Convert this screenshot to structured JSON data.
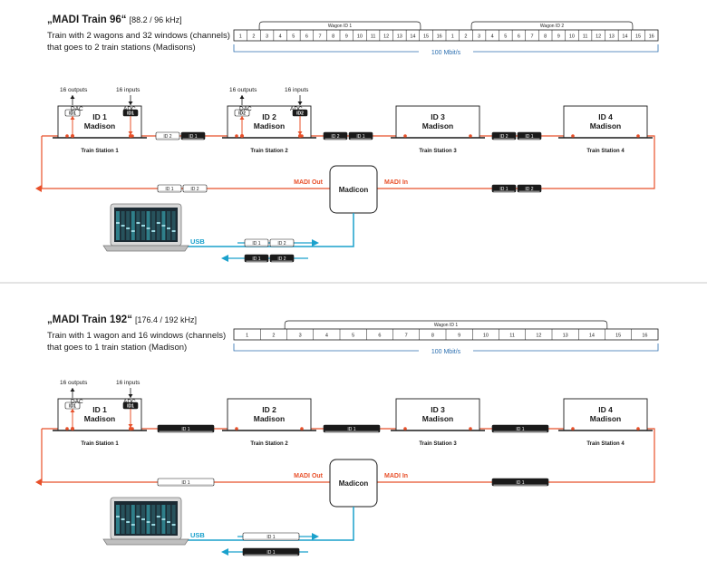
{
  "diagrams": [
    {
      "title": "„MADI Train 96“",
      "subtitle": "[88.2 / 96 kHz]",
      "description": [
        "Train with 2 wagons and 32 windows (channels)",
        "that goes to 2 train stations (Madisons)"
      ],
      "wagon_labels": [
        "Wagon ID 1",
        "Wagon ID 2"
      ],
      "windows": [
        "1",
        "2",
        "3",
        "4",
        "5",
        "6",
        "7",
        "8",
        "9",
        "10",
        "11",
        "12",
        "13",
        "14",
        "15",
        "16",
        "1",
        "2",
        "3",
        "4",
        "5",
        "6",
        "7",
        "8",
        "9",
        "10",
        "11",
        "12",
        "13",
        "14",
        "15",
        "16"
      ],
      "bandwidth": "100 Mbit/s",
      "outputs_label": "16 outputs",
      "inputs_label": "16 inputs",
      "dac_label": "DAC",
      "adc_label": "ADC",
      "stations": [
        {
          "id": "ID 1",
          "name": "Madison",
          "label": "Train Station 1",
          "dac_tag": "ID1",
          "adc_tag": "ID1"
        },
        {
          "id": "ID 2",
          "name": "Madison",
          "label": "Train Station 2",
          "dac_tag": "ID2",
          "adc_tag": "ID2"
        },
        {
          "id": "ID 3",
          "name": "Madison",
          "label": "Train Station 3"
        },
        {
          "id": "ID 4",
          "name": "Madison",
          "label": "Train Station 4"
        }
      ],
      "madicon": "Madicon",
      "madi_out": "MADI Out",
      "madi_in": "MADI In",
      "usb": "USB",
      "pk_12": {
        "a": "ID 2",
        "b": "ID 1"
      },
      "pk_23": {
        "a": "ID 2",
        "b": "ID 1"
      },
      "pk_34": {
        "a": "ID 2",
        "b": "ID 1"
      },
      "pk_in": {
        "a": "ID 1",
        "b": "ID 2"
      },
      "pk_out": {
        "a": "ID 1",
        "b": "ID 2"
      },
      "pk_usb_top": {
        "a": "ID 1",
        "b": "ID 2"
      },
      "pk_usb_bottom": {
        "a": "ID 1",
        "b": "ID 2"
      }
    },
    {
      "title": "„MADI Train 192“",
      "subtitle": "[176.4 / 192 kHz]",
      "description": [
        "Train with 1 wagon and 16 windows (channels)",
        "that goes to 1 train station (Madison)"
      ],
      "wagon_labels": [
        "Wagon ID 1"
      ],
      "windows": [
        "1",
        "2",
        "3",
        "4",
        "5",
        "6",
        "7",
        "8",
        "9",
        "10",
        "11",
        "12",
        "13",
        "14",
        "15",
        "16"
      ],
      "bandwidth": "100 Mbit/s",
      "outputs_label": "16 outputs",
      "inputs_label": "16 inputs",
      "dac_label": "DAC",
      "adc_label": "ADC",
      "stations": [
        {
          "id": "ID 1",
          "name": "Madison",
          "label": "Train Station 1",
          "dac_tag": "ID1",
          "adc_tag": "ID1"
        },
        {
          "id": "ID 2",
          "name": "Madison",
          "label": "Train Station 2"
        },
        {
          "id": "ID 3",
          "name": "Madison",
          "label": "Train Station 3"
        },
        {
          "id": "ID 4",
          "name": "Madison",
          "label": "Train Station 4"
        }
      ],
      "madicon": "Madicon",
      "madi_out": "MADI Out",
      "madi_in": "MADI In",
      "usb": "USB",
      "pk_12": {
        "a": "ID 1"
      },
      "pk_23": {
        "a": "ID 1"
      },
      "pk_34": {
        "a": "ID 1"
      },
      "pk_in": {
        "a": "ID 1"
      },
      "pk_out": {
        "a": "ID 1"
      },
      "pk_usb_top": {
        "a": "ID 1"
      },
      "pk_usb_bottom": {
        "a": "ID 1"
      }
    }
  ],
  "colors": {
    "madi_line": "#e8502a",
    "usb_line": "#1aa1cc",
    "bandwidth_line": "#2c6fb0",
    "packet_dark": "#1a1a1a"
  }
}
